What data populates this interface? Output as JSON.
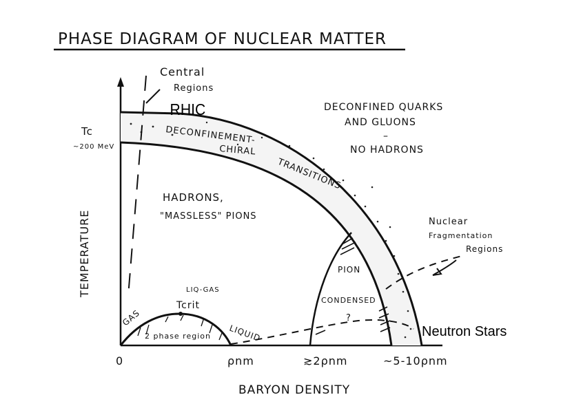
{
  "title": "PHASE DIAGRAM OF NUCLEAR MATTER",
  "axes": {
    "y_label": "TEMPERATURE",
    "x_label": "BARYON DENSITY",
    "x_ticks": [
      "0",
      "ρnm",
      "≳2ρnm",
      "~5-10ρnm"
    ],
    "y_ticks": [
      "Tc",
      "~200 MeV"
    ]
  },
  "labels": {
    "central_regions_line1": "Central",
    "central_regions_line2": "Regions",
    "rhic": "RHIC",
    "deconfined_line1": "DECONFINED QUARKS",
    "deconfined_line2": "AND GLUONS",
    "deconfined_dash": "–",
    "deconfined_line3": "NO HADRONS",
    "transition_1": "DECONFINEMENT-",
    "transition_2": "CHIRAL",
    "transition_3": "TRANSITIONS",
    "hadrons_line1": "HADRONS,",
    "hadrons_line2": "\"MASSLESS\" PIONS",
    "nuclear_frag_1": "Nuclear",
    "nuclear_frag_2": "Fragmentation",
    "nuclear_frag_3": "Regions",
    "pion": "PION",
    "condensed": "CONDENSED",
    "question": "?",
    "liq_gas_1": "LIQ-GAS",
    "liq_gas_2": "Tcrit",
    "gas": "GAS",
    "two_phase": "2 phase region",
    "liquid": "LIQUID",
    "neutron_stars": "Neutron Stars"
  }
}
